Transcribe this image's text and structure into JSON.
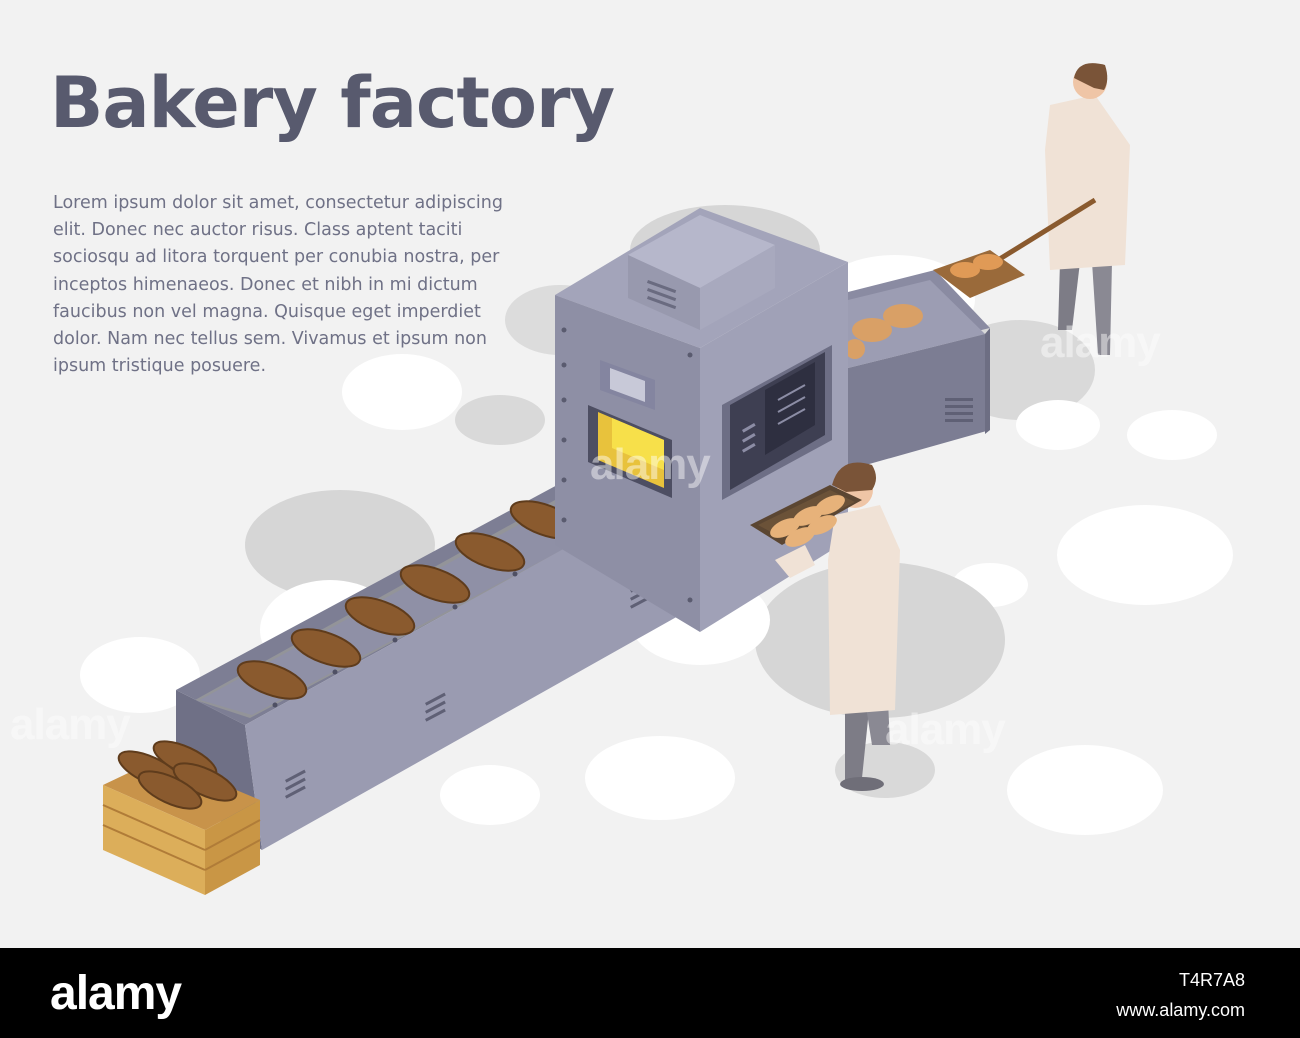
{
  "banner": {
    "title": "Bakery factory",
    "body": "Lorem ipsum dolor sit amet, consectetur adipiscing elit. Donec nec auctor risus. Class aptent taciti sociosqu ad litora torquent per conubia nostra, per inceptos himenaeos. Donec et nibh in mi dictum faucibus non vel magna. Quisque eget imperdiet dolor. Nam nec tellus sem. Vivamus et ipsum non ipsum tristique posuere."
  },
  "watermark": {
    "text": "alamy"
  },
  "footer": {
    "logo": "alamy",
    "image_id": "T4R7A8",
    "site": "www.alamy.com"
  },
  "colors": {
    "background": "#f2f2f2",
    "title": "#585a6e",
    "text": "#6f7186",
    "machine": "#8b8ca3",
    "bread": "#8a5a2e",
    "crate": "#dcae5a",
    "coat": "#f0e2d6"
  }
}
